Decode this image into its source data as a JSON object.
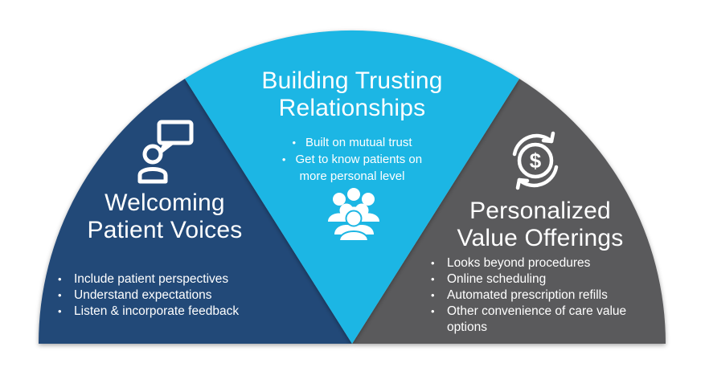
{
  "colors": {
    "left": "#234878",
    "center": "#1cb6e4",
    "right": "#5a5a5c",
    "text": "#ffffff"
  },
  "segments": {
    "left": {
      "title_line1": "Welcoming",
      "title_line2": "Patient Voices",
      "icon": "person-speech-icon",
      "bullets": [
        "Include patient perspectives",
        "Understand expectations",
        "Listen & incorporate feedback"
      ]
    },
    "center": {
      "title_line1": "Building Trusting",
      "title_line2": "Relationships",
      "icon": "group-people-icon",
      "bullets": [
        "Built on mutual trust",
        "Get to know patients on",
        "more personal level"
      ]
    },
    "right": {
      "title_line1": "Personalized",
      "title_line2": "Value Offerings",
      "icon": "dollar-cycle-icon",
      "bullets": [
        "Looks beyond procedures",
        "Online scheduling",
        "Automated prescription refills",
        "Other convenience of care value",
        "options"
      ]
    }
  }
}
